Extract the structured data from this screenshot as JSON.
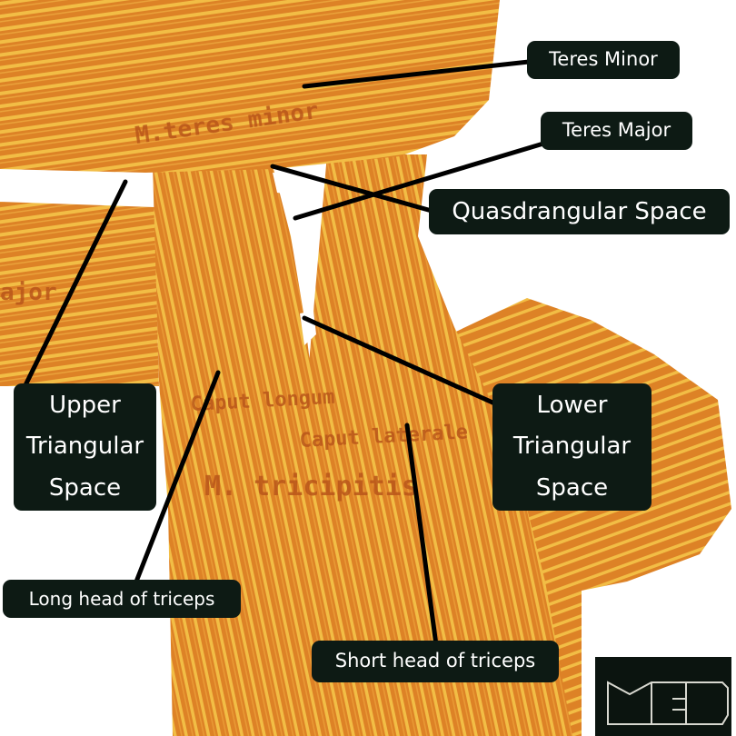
{
  "colors": {
    "muscle_base": "#dd8226",
    "muscle_stripe": "#f2bd45",
    "label_bg": "#0d1a14",
    "label_text": "#ffffff",
    "leader_line": "#000000"
  },
  "labels": {
    "teres_minor": "Teres Minor",
    "teres_major": "Teres Major",
    "quadrangular_space": "Quasdrangular Space",
    "upper_triangular_space": [
      "Upper",
      "Triangular",
      "Space"
    ],
    "lower_triangular_space": [
      "Lower",
      "Triangular",
      "Space"
    ],
    "long_head": "Long head of triceps",
    "short_head": "Short head of triceps"
  },
  "illustration_labels": {
    "teres_minor": "M.teres minor",
    "teres_major": "ajor",
    "caput_longum": "Caput longum",
    "caput_laterale": "Caput laterale",
    "triceps": "M. tricipitis"
  },
  "logo": {
    "text": "MED",
    "icon": "med-logo"
  }
}
